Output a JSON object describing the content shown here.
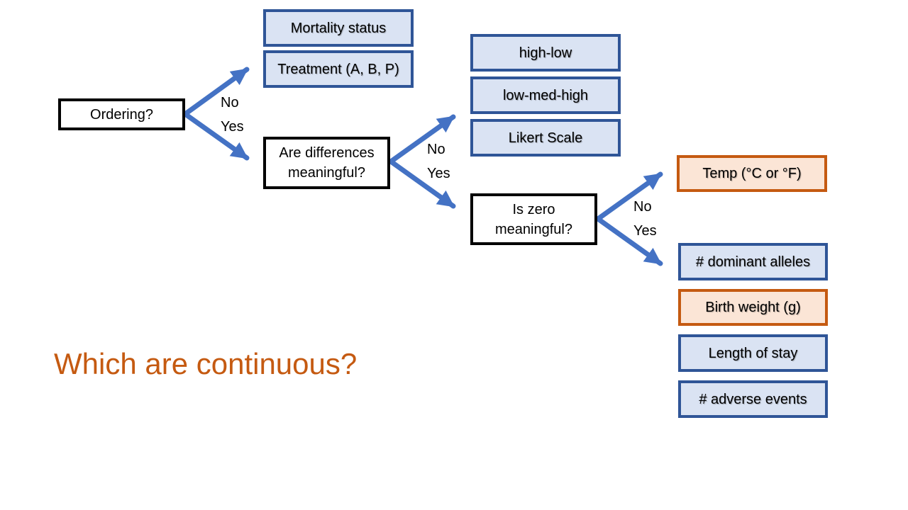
{
  "colors": {
    "arrow": "#4472c4",
    "question_border": "#000000",
    "category_border": "#2f5597",
    "category_fill": "#dae3f3",
    "continuous_border": "#c55a11",
    "continuous_fill": "#fbe5d6",
    "prompt_text": "#c55a11"
  },
  "questions": {
    "ordering": "Ordering?",
    "differences": "Are differences meaningful?",
    "zero": "Is zero meaningful?"
  },
  "branch_labels": {
    "no": "No",
    "yes": "Yes"
  },
  "nominal_examples": [
    "Mortality status",
    "Treatment (A, B, P)"
  ],
  "ordinal_examples": [
    "high-low",
    "low-med-high",
    "Likert Scale"
  ],
  "interval_examples": [
    "Temp (°C or °F)"
  ],
  "ratio_examples": [
    "# dominant alleles",
    "Birth weight (g)",
    "Length of stay",
    "# adverse events"
  ],
  "prompt": "Which are continuous?"
}
